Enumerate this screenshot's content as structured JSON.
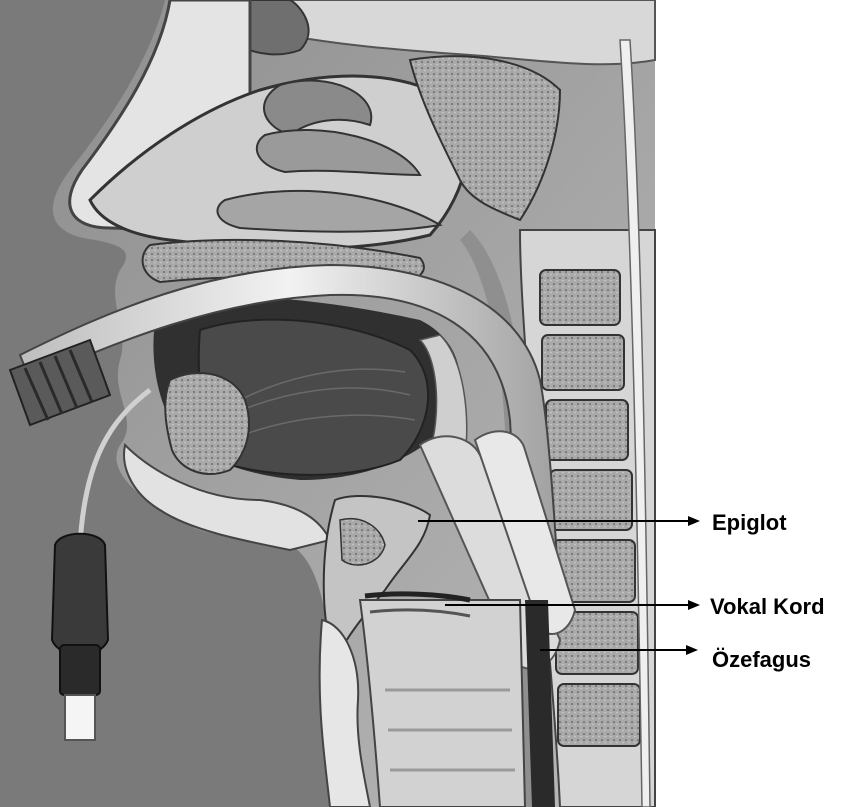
{
  "labels": {
    "epiglot": "Epiglot",
    "vokal_kord": "Vokal Kord",
    "ozefagus": "Özefagus"
  },
  "palette": {
    "background": "#ffffff",
    "tissue_light": "#e6e6e6",
    "tissue_mid": "#9a9a9a",
    "tissue_dark": "#3c3c3c",
    "bone": "#b4b4b4",
    "tube": "#d9d9d9",
    "arrow": "#000000"
  }
}
